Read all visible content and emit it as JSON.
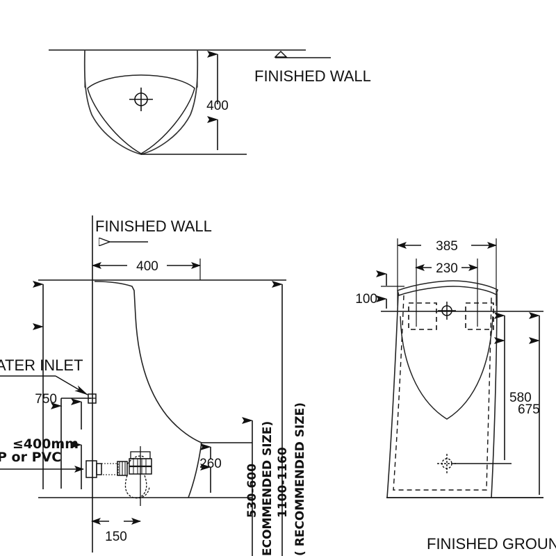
{
  "drawing": {
    "type": "technical-dimension-drawing",
    "subject": "wall-hung urinal installation",
    "background_color": "#ffffff",
    "line_color": "#111111"
  },
  "top_view": {
    "dimension_400": "400",
    "finished_wall_label": "FINISHED WALL"
  },
  "side_view": {
    "finished_wall_label": "FINISHED WALL",
    "dimension_400": "400",
    "water_inlet_label": "ATER INLET",
    "dimension_750": "750",
    "dimension_400mm_max": "≤400mm",
    "pipe_label": "P or PVC",
    "dimension_150": "150",
    "dimension_260": "260",
    "vertical_dim_530_600": "530-600",
    "vertical_dim_530_600_note": "ECOMMENDED SIZE)",
    "vertical_dim_1100_1160": "1100-1160",
    "vertical_dim_1100_1160_note": "( RECOMMENDED SIZE)"
  },
  "front_view": {
    "dimension_385": "385",
    "dimension_230": "230",
    "dimension_100": "100",
    "dimension_580": "580",
    "dimension_675": "675",
    "finished_ground_label": "FINISHED GROUND"
  }
}
